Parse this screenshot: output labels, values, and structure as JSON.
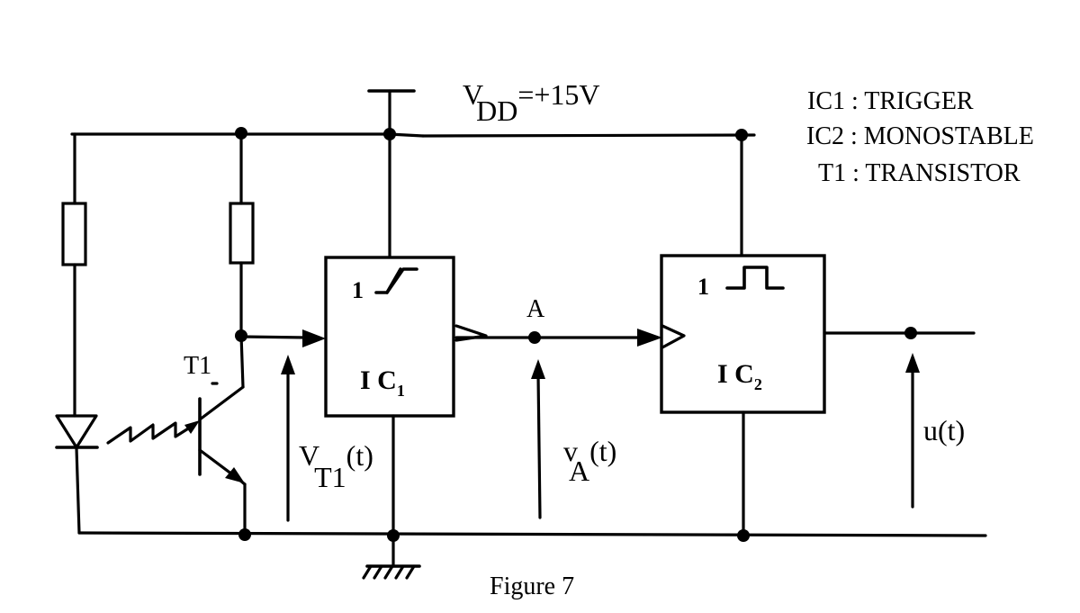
{
  "supply": {
    "v": "V",
    "sub": "DD",
    "value": "=+15V"
  },
  "legend": [
    {
      "text": "IC1 : TRIGGER"
    },
    {
      "text": "IC2 : MONOSTABLE"
    },
    {
      "text": "T1 : TRANSISTOR"
    }
  ],
  "transistor": {
    "label": "T1"
  },
  "ic1": {
    "one": "1",
    "name": "I C",
    "sub": "1"
  },
  "ic2": {
    "one": "1",
    "name": "I C",
    "sub": "2"
  },
  "node_a": {
    "label": "A"
  },
  "signals": {
    "vt1": {
      "v": "V",
      "sub": "T1",
      "arg": "(t)"
    },
    "va": {
      "v": "v",
      "sub": "A",
      "arg": "(t)"
    },
    "u": {
      "text": "u(t)"
    }
  },
  "caption": "Figure 7"
}
